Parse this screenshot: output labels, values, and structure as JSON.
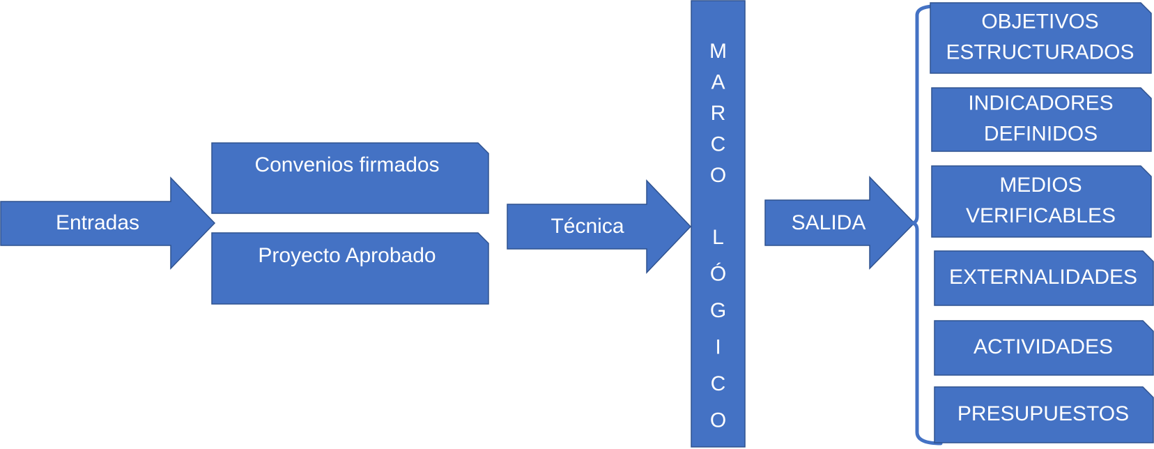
{
  "diagram": {
    "entradas": "Entradas",
    "convenios": "Convenios firmados",
    "proyecto": "Proyecto Aprobado",
    "tecnica": "Técnica",
    "marco_logico_letters": [
      "M",
      "A",
      "R",
      "C",
      "O",
      "",
      "L",
      "Ó",
      "G",
      "I",
      "C",
      "O"
    ],
    "salida": "SALIDA",
    "outputs": [
      {
        "line1": "OBJETIVOS",
        "line2": "ESTRUCTURADOS"
      },
      {
        "line1": "INDICADORES",
        "line2": "DEFINIDOS"
      },
      {
        "line1": "MEDIOS",
        "line2": "VERIFICABLES"
      },
      {
        "line1": "EXTERNALIDADES",
        "line2": ""
      },
      {
        "line1": "ACTIVIDADES",
        "line2": ""
      },
      {
        "line1": "PRESUPUESTOS",
        "line2": ""
      }
    ]
  }
}
